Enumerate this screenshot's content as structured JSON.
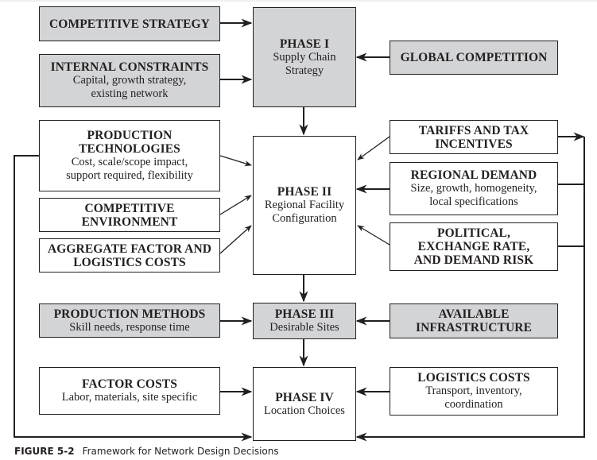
{
  "diagram": {
    "phases": [
      {
        "id": "phase1",
        "title": "PHASE I",
        "subtitle": "Supply Chain\nStrategy"
      },
      {
        "id": "phase2",
        "title": "PHASE II",
        "subtitle": "Regional Facility\nConfiguration"
      },
      {
        "id": "phase3",
        "title": "PHASE III",
        "subtitle": "Desirable Sites"
      },
      {
        "id": "phase4",
        "title": "PHASE IV",
        "subtitle": "Location Choices"
      }
    ],
    "left_inputs": [
      {
        "title": "COMPETITIVE STRATEGY",
        "subtitle": "",
        "target": "phase1"
      },
      {
        "title": "INTERNAL CONSTRAINTS",
        "subtitle": "Capital, growth strategy,\nexisting network",
        "target": "phase1"
      },
      {
        "title": "PRODUCTION\nTECHNOLOGIES",
        "subtitle": "Cost, scale/scope impact,\nsupport required, flexibility",
        "target": "phase2"
      },
      {
        "title": "COMPETITIVE\nENVIRONMENT",
        "subtitle": "",
        "target": "phase2"
      },
      {
        "title": "AGGREGATE FACTOR AND\nLOGISTICS COSTS",
        "subtitle": "",
        "target": "phase2"
      },
      {
        "title": "PRODUCTION METHODS",
        "subtitle": "Skill needs, response time",
        "target": "phase3"
      },
      {
        "title": "FACTOR COSTS",
        "subtitle": "Labor, materials, site specific",
        "target": "phase4"
      }
    ],
    "right_inputs": [
      {
        "title": "GLOBAL COMPETITION",
        "subtitle": "",
        "target": "phase1"
      },
      {
        "title": "TARIFFS AND TAX\nINCENTIVES",
        "subtitle": "",
        "target": "phase2"
      },
      {
        "title": "REGIONAL DEMAND",
        "subtitle": "Size, growth, homogeneity,\nlocal specifications",
        "target": "phase2"
      },
      {
        "title": "POLITICAL,\nEXCHANGE RATE,\nAND DEMAND RISK",
        "subtitle": "",
        "target": "phase2"
      },
      {
        "title": "AVAILABLE\nINFRASTRUCTURE",
        "subtitle": "",
        "target": "phase3"
      },
      {
        "title": "LOGISTICS COSTS",
        "subtitle": "Transport, inventory,\ncoordination",
        "target": "phase4"
      }
    ],
    "colors": {
      "shaded_box": "#d3d4d6",
      "line": "#231f20"
    }
  },
  "caption": {
    "number": "FIGURE 5-2",
    "text": "Framework for Network Design Decisions"
  }
}
